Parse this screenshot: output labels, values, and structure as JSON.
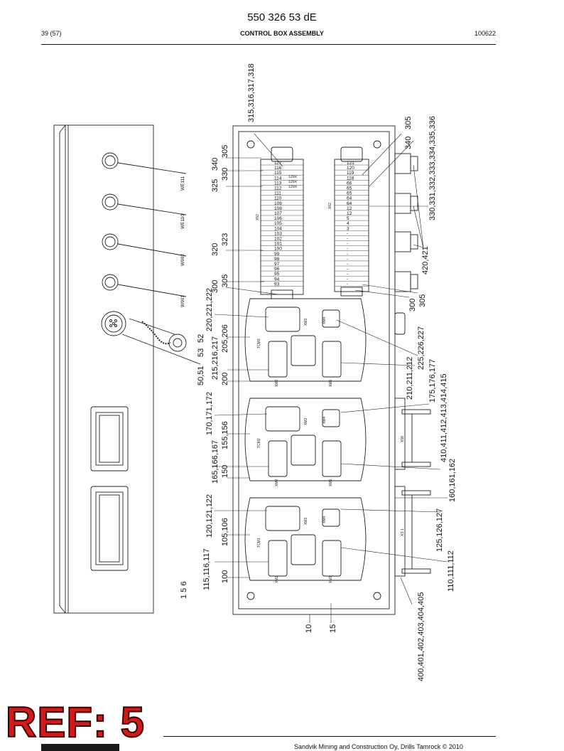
{
  "header": {
    "doc_number": "550 326 53 dE",
    "page": "39 (57)",
    "title": "CONTROL BOX ASSEMBLY",
    "date": "100622"
  },
  "footer": {
    "copyright": "Sandvik Mining and Construction Oy, Drills Tamrock © 2010"
  },
  "ref_badge": "REF: 5",
  "connectors_left": [
    "WE111",
    "WE110",
    "W902",
    "W901"
  ],
  "module_labels": [
    "TCM3",
    "TCM2",
    "TCM1"
  ],
  "module_connectors": {
    "xm1": "XM1",
    "xm2": "XM2",
    "xm3": "XM3",
    "xm4": "XM4"
  },
  "terminal_blocks": {
    "x52": "X52",
    "x62": "X62",
    "x58": "X58",
    "xs1": "XS 1",
    "left_numbers": [
      "117",
      "116",
      "115",
      "114",
      "113",
      "112",
      "111",
      "110",
      "109",
      "108",
      "107",
      "106",
      "105",
      "104",
      "103",
      "102",
      "101",
      "100",
      "99",
      "98",
      "97",
      "96",
      "95",
      "94",
      "93"
    ],
    "left_side_marks": [
      "126R",
      "126R",
      "126R"
    ],
    "right_numbers": [
      "121",
      "120",
      "119",
      "118",
      "66",
      "65",
      "65",
      "64",
      "64",
      "12",
      "12",
      "5",
      "4",
      "3",
      "-",
      "-",
      "-",
      "-",
      "-",
      "-",
      "-",
      "-",
      "-",
      "-",
      "-"
    ]
  },
  "callouts": {
    "c315": "315,316,317,318",
    "c340a": "340",
    "c305a": "305",
    "c330a": "330",
    "c325": "325",
    "c340b": "340",
    "c305b": "305",
    "c330b": "330,331,332,333,334,335,336",
    "c320": "320",
    "c323": "323",
    "c300a": "300",
    "c305c": "305",
    "c420": "420,421",
    "c300b": "300",
    "c305d": "305",
    "c220": "220,221,222",
    "c205": "205,206",
    "c52": "52",
    "c53": "53",
    "c215": "215,216,217",
    "c5051": "50,51",
    "c200": "200",
    "c225": "225,226,227",
    "c210": "210,211,212",
    "c175": "175,176,177",
    "c170": "170,171,172",
    "c155": "155,156",
    "c410": "410,411,412,413,414,415",
    "c165": "165,166,167",
    "c150": "150",
    "c160": "160,161,162",
    "c120": "120,121,122",
    "c105": "105,106",
    "c125": "125,126,127",
    "c115": "115,116,117",
    "c100": "100",
    "c156": "1 5 6",
    "c110": "110,111,112",
    "c400": "400,401,402,403,404,405",
    "c10": "10",
    "c15": "15"
  }
}
